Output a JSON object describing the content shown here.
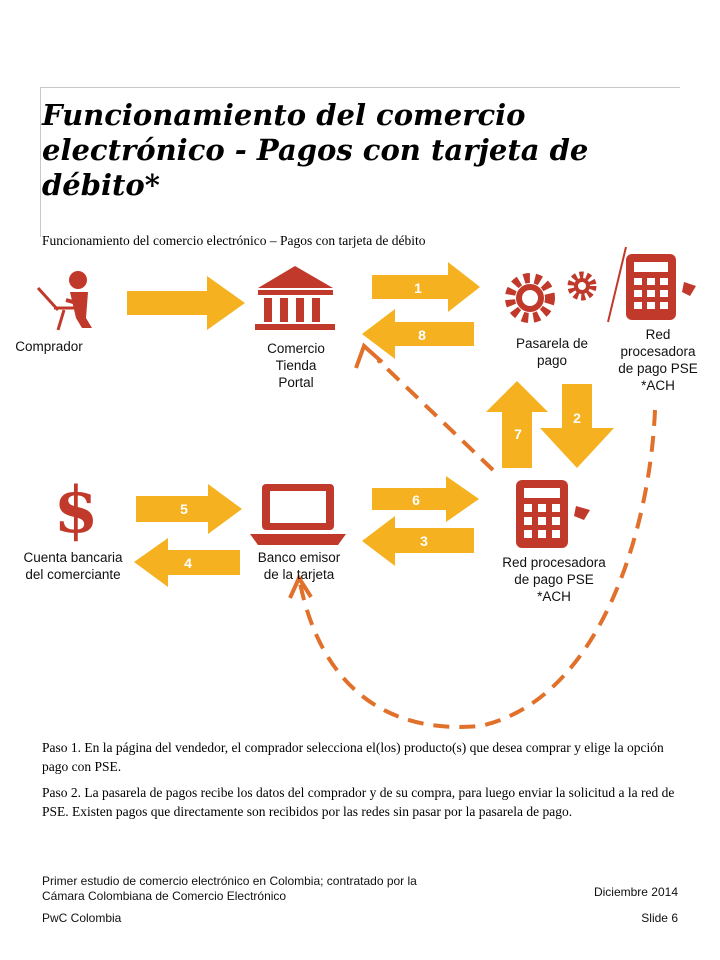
{
  "title": "Funcionamiento del comercio electrónico - Pagos con tarjeta de débito*",
  "subtitle": "Funcionamiento del comercio electrónico – Pagos con tarjeta de débito",
  "nodes": {
    "comprador": "Comprador",
    "comercio": "Comercio\nTienda\nPortal",
    "pasarela": "Pasarela de\npago",
    "red_top": "Red\nprocesadora\nde pago PSE\n*ACH",
    "cuenta": "Cuenta bancaria\ndel comerciante",
    "banco": "Banco emisor\nde la tarjeta",
    "red_mid": "Red procesadora\nde pago PSE\n*ACH"
  },
  "step_numbers": [
    "1",
    "8",
    "2",
    "7",
    "6",
    "3",
    "5",
    "4"
  ],
  "steps": [
    "Paso 1. En la página del vendedor, el comprador selecciona el(los) producto(s) que desea comprar y elige la opción pago con PSE.",
    "Paso 2. La pasarela de pagos recibe los datos del comprador y de su compra, para luego enviar la solicitud a la red de PSE. Existen pagos que directamente son recibidos por las redes sin pasar por la pasarela de pago."
  ],
  "footer": {
    "source": "Primer estudio de comercio electrónico en Colombia; contratado por la Cámara Colombiana de Comercio Electrónico",
    "company": "PwC Colombia",
    "date": "Diciembre 2014",
    "slide": "Slide 6"
  },
  "colors": {
    "arrow": "#f5b120",
    "icon": "#c0392b",
    "dash": "#e0702a"
  }
}
